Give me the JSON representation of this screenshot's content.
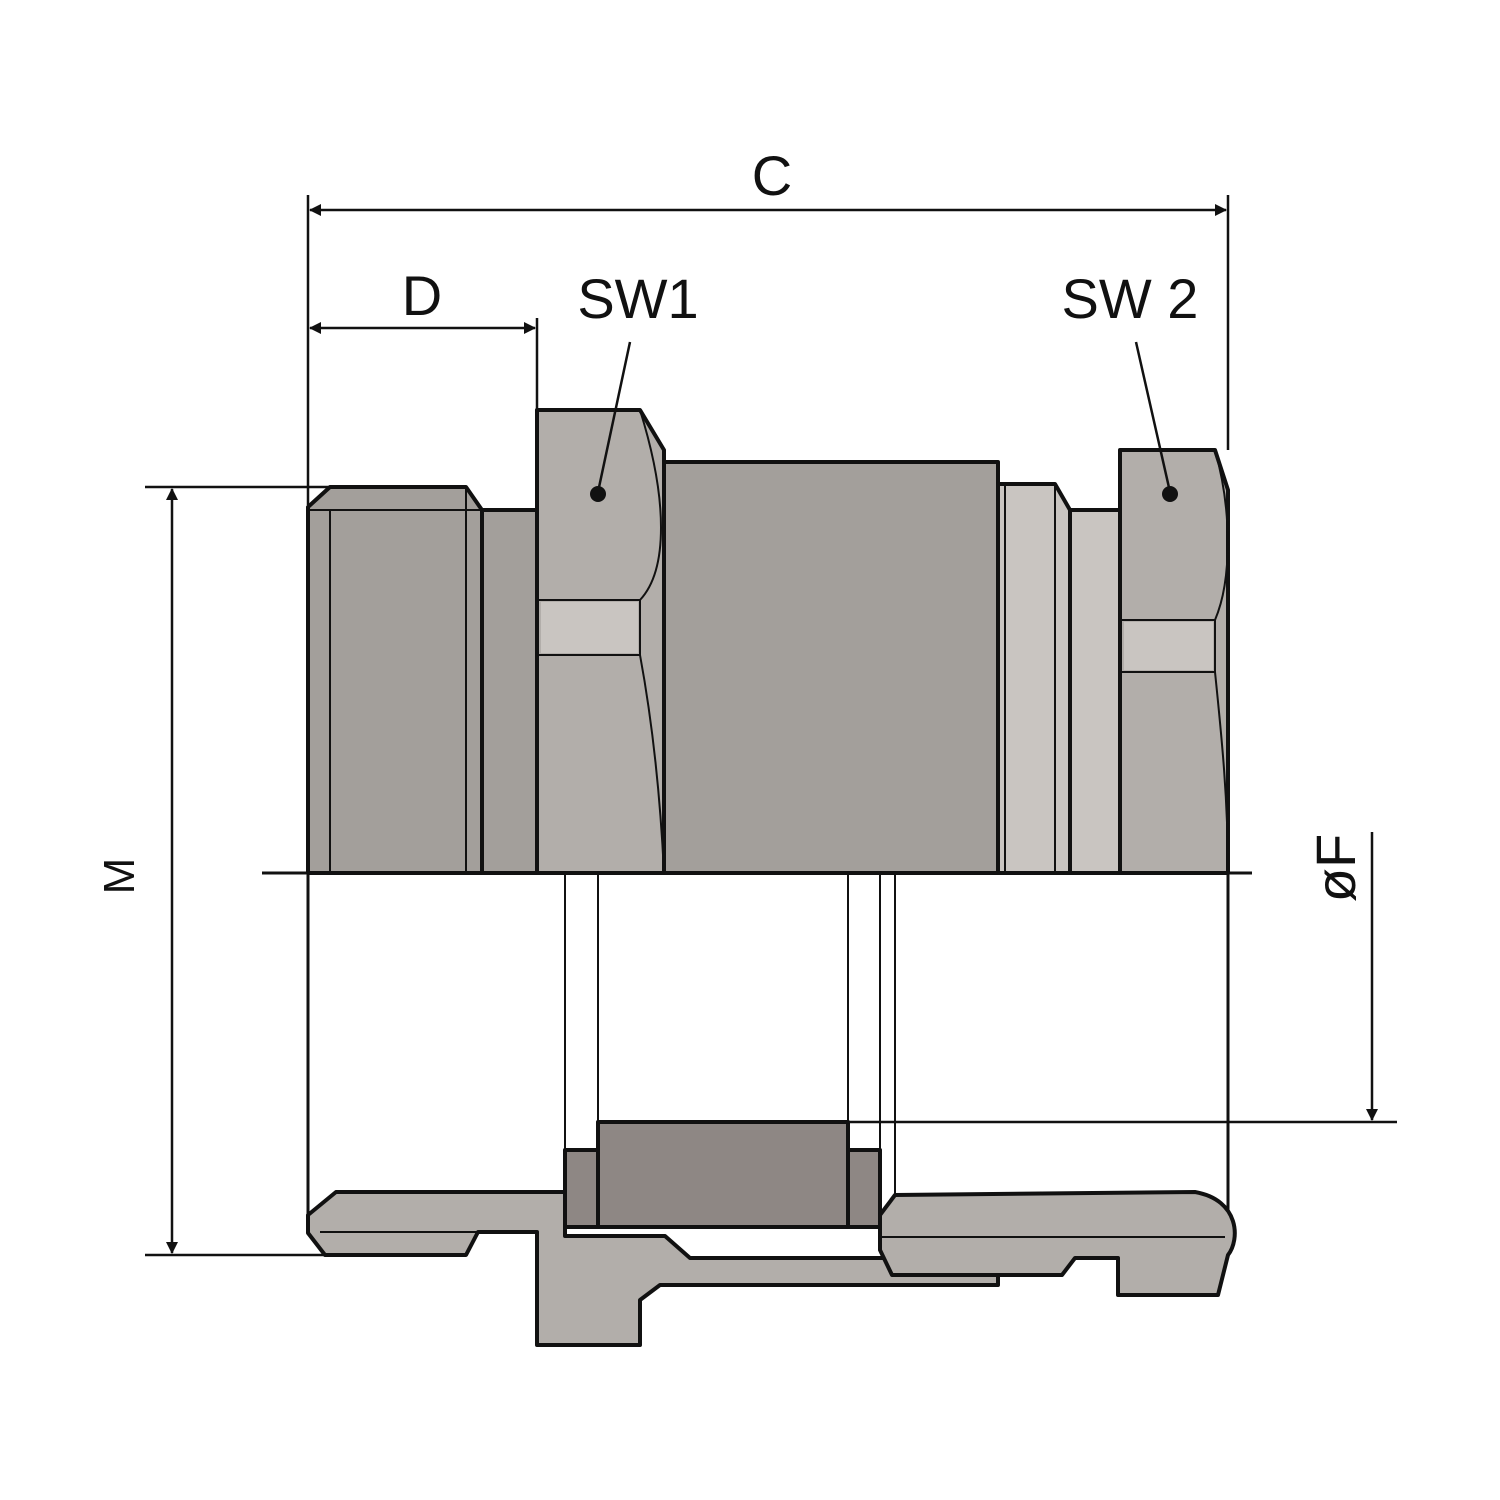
{
  "labels": {
    "c": "C",
    "d": "D",
    "sw1": "SW1",
    "sw2": "SW 2",
    "m": "M",
    "f": "øF"
  },
  "colors": {
    "outline": "#111111",
    "body_dark": "#a39f9b",
    "body_mid": "#b2aeaa",
    "body_light": "#c9c5c1",
    "seal_dark": "#8e8784",
    "background": "#ffffff"
  }
}
